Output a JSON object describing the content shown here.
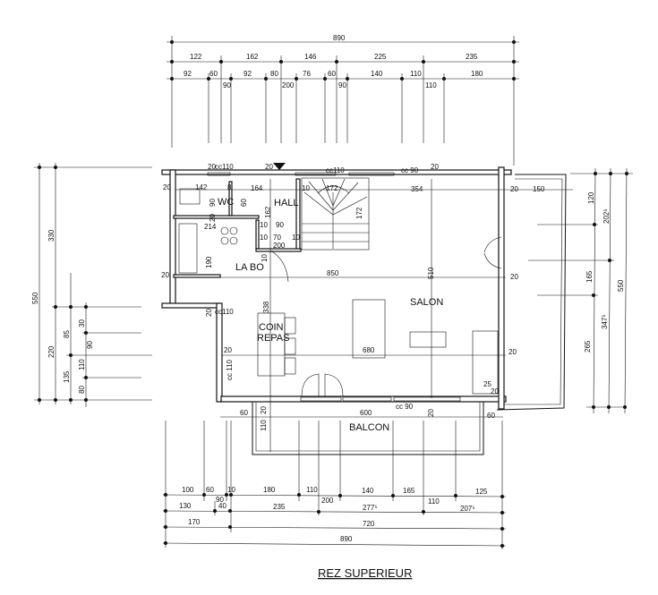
{
  "title": "REZ SUPERIEUR",
  "rooms": {
    "wc": "WC",
    "hall": "HALL",
    "labo": "LA BO",
    "salon": "SALON",
    "coin": "COIN",
    "repas": "REPAS",
    "balcon": "BALCON"
  },
  "dims_top": {
    "row1": [
      "890"
    ],
    "row2": [
      "122",
      "162",
      "146",
      "225",
      "235"
    ],
    "row3": [
      "92",
      "60",
      "92",
      "80",
      "76",
      "60",
      "140",
      "110",
      "180"
    ],
    "row3_sub": [
      "90",
      "200",
      "90",
      "110"
    ]
  },
  "dims_bottom": {
    "row1": [
      "100",
      "60",
      "10",
      "180",
      "110",
      "140",
      "165",
      "125"
    ],
    "row1_sub": [
      "90",
      "200",
      "110"
    ],
    "row2": [
      "130",
      "40",
      "235",
      "277⁵",
      "207⁵"
    ],
    "row3": [
      "170",
      "720"
    ],
    "row4": [
      "890"
    ]
  },
  "dims_left": [
    "550",
    "330",
    "220",
    "85",
    "135",
    "30",
    "90",
    "110",
    "80"
  ],
  "dims_right": [
    "120",
    "202⁵",
    "165",
    "347⁵",
    "265",
    "550"
  ],
  "interior": {
    "top": [
      "20",
      "cc110",
      "20",
      "cc110",
      "cc 90",
      "20"
    ],
    "wc_row": [
      "20",
      "142",
      "8",
      "164",
      "10",
      "172",
      "354",
      "20",
      "150"
    ],
    "kitchen": [
      "214",
      "10",
      "90",
      "10",
      "70",
      "10",
      "200",
      "10",
      "190",
      "162",
      "172",
      "90",
      "60",
      "20"
    ],
    "mid": [
      "20",
      "850",
      "510",
      "20",
      "338",
      "20",
      "cc110"
    ],
    "lower": [
      "20",
      "680",
      "20",
      "cc 110",
      "25",
      "20"
    ],
    "bottom": [
      "60",
      "20",
      "600",
      "cc 90",
      "20",
      "60",
      "110"
    ]
  }
}
